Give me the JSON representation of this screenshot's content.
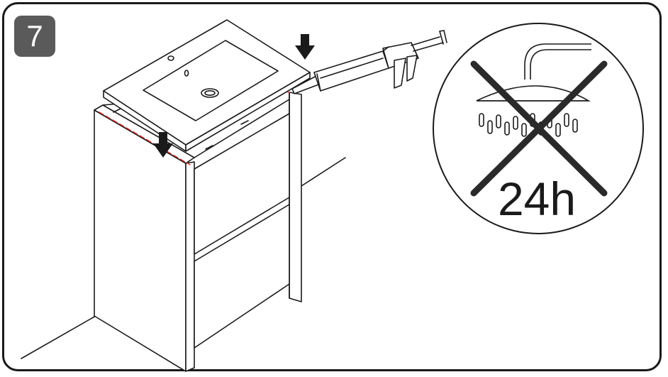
{
  "step": {
    "number": "7"
  },
  "warning": {
    "duration_label": "24h",
    "icons": [
      "shower-head-icon",
      "prohibition-cross-icon"
    ]
  },
  "illustration": {
    "icons": [
      "vanity-cabinet",
      "basin-countertop",
      "silicone-gun-icon",
      "down-arrow-icon"
    ],
    "colors": {
      "line": "#1a1a1a",
      "sealant_guide": "#d9302c",
      "badge": "#5a5a5a",
      "cross": "#2a2a2a"
    }
  }
}
